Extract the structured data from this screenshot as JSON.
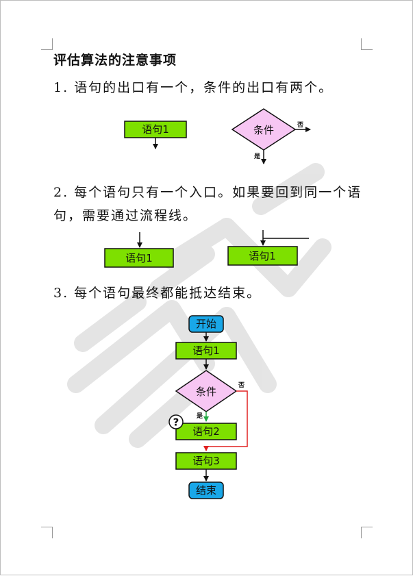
{
  "document": {
    "title": "评估算法的注意事项",
    "para1": "1. 语句的出口有一个，条件的出口有两个。",
    "para2": "2.  每个语句只有一个入口。如果要回到同一个语句，需要通过流程线。",
    "para3": "3.  每个语句最终都能抵达结束。"
  },
  "diagram1": {
    "statement_label": "语句1",
    "condition_label": "条件",
    "no_label": "否",
    "yes_label": "是"
  },
  "diagram2": {
    "left_label": "语句1",
    "right_label": "语句1"
  },
  "diagram3": {
    "start_label": "开始",
    "stmt1_label": "语句1",
    "condition_label": "条件",
    "no_label": "否",
    "yes_label": "是",
    "stmt2_label": "语句2",
    "stmt3_label": "语句3",
    "end_label": "结束",
    "question_mark": "?"
  },
  "colors": {
    "statement_fill": "#7ee000",
    "condition_fill": "#f7c6f3",
    "terminal_fill": "#19a7e8",
    "yes_arrow": "#22aa44",
    "no_arrow": "#e02020",
    "watermark": "#d9d9d9"
  },
  "watermark": "笔记"
}
